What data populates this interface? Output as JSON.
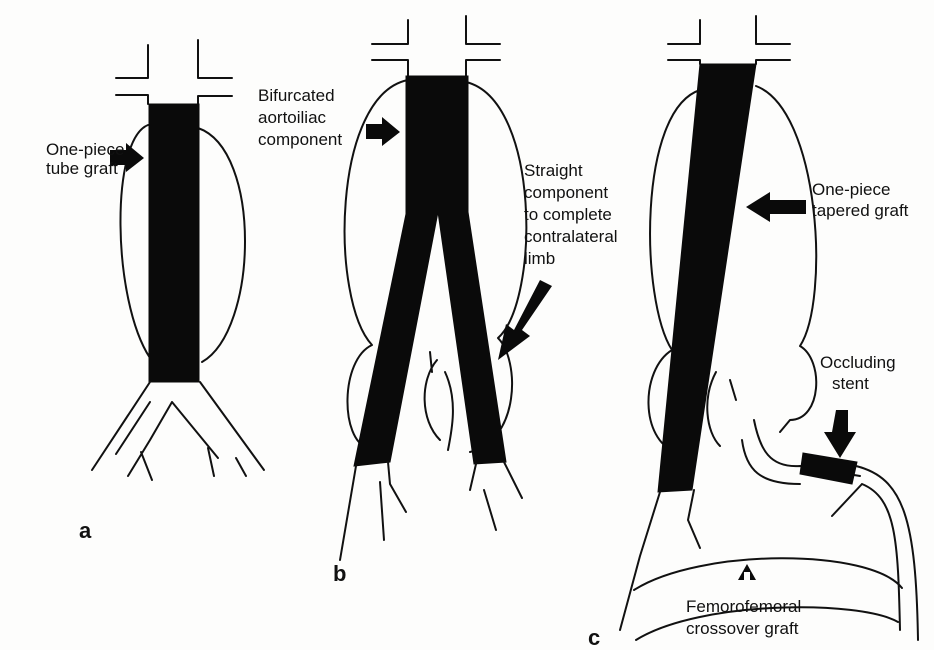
{
  "panels": {
    "a": {
      "letter": "a",
      "label_line1": "One-piece",
      "label_line2": "tube graft"
    },
    "b": {
      "letter": "b",
      "label1_line1": "Bifurcated",
      "label1_line2": "aortoiliac",
      "label1_line3": "component",
      "label2_line1": "Straight",
      "label2_line2": "component",
      "label2_line3": "to complete",
      "label2_line4": "contralateral",
      "label2_line5": "limb"
    },
    "c": {
      "letter": "c",
      "label1_line1": "One-piece",
      "label1_line2": "tapered graft",
      "label2_line1": "Occluding",
      "label2_line2": "stent",
      "label3_line1": "Femorofemoral",
      "label3_line2": "crossover graft"
    }
  },
  "colors": {
    "graft": "#0a0a0a",
    "outline": "#111111",
    "background": "#fdfdfc"
  }
}
